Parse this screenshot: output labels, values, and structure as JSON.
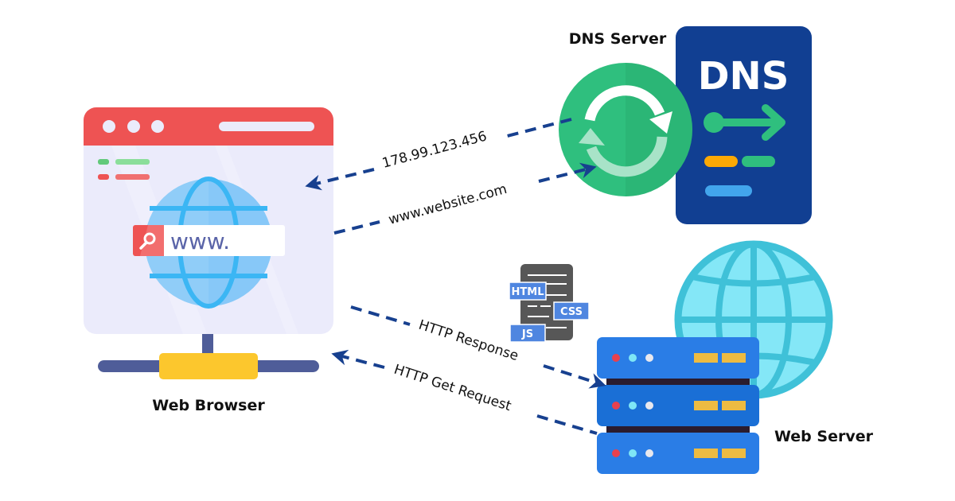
{
  "diagram": {
    "title": "How DNS and HTTP work between Web Browser, DNS Server and Web Server",
    "nodes": {
      "web_browser": {
        "label": "Web Browser",
        "address_bar_text": "www.",
        "icon": "browser-window-globe-icon"
      },
      "dns_server": {
        "label": "DNS Server",
        "badge_text": "DNS",
        "icon": "refresh-cycle-icon"
      },
      "web_server": {
        "label": "Web Server",
        "icon": "server-rack-globe-icon"
      }
    },
    "flows": [
      {
        "label": "178.99.123.456",
        "from": "DNS Server",
        "to": "Web Browser"
      },
      {
        "label": "www.website.com",
        "from": "Web Browser",
        "to": "DNS Server"
      },
      {
        "label": "HTTP Response",
        "from": "Web Browser",
        "to": "Web Server"
      },
      {
        "label": "HTTP Get Request",
        "from": "Web Server",
        "to": "Web Browser"
      }
    ],
    "code_file": {
      "tags": [
        "HTML",
        "CSS",
        "JS"
      ],
      "icon": "code-document-icon"
    },
    "colors": {
      "browser_header": "#ee5353",
      "browser_body": "#ebebfb",
      "arrow": "#17408f",
      "dns_green": "#2fbf7e",
      "dns_panel": "#113f92",
      "server_blue": "#2a7de6",
      "globe_cyan": "#84e7f7",
      "connector_yellow": "#fcc72d"
    }
  }
}
